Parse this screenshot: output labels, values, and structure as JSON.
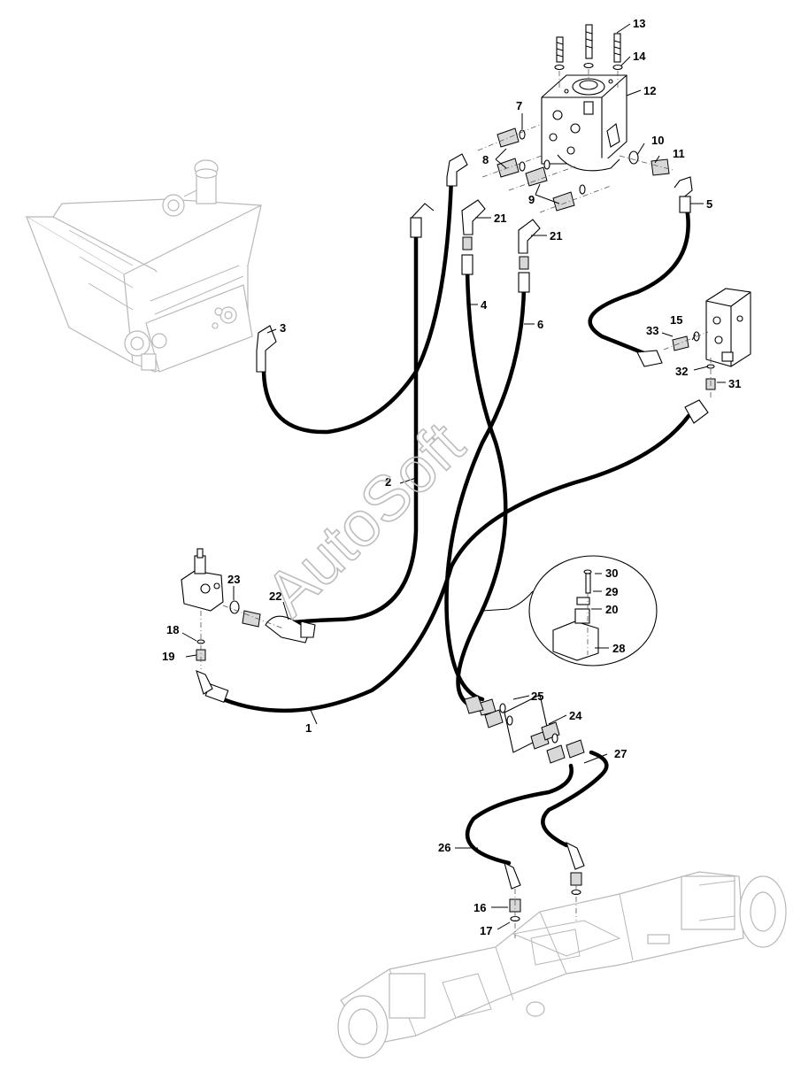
{
  "watermark": "AutoSoft",
  "callouts": [
    {
      "id": "1",
      "label": "1"
    },
    {
      "id": "2",
      "label": "2"
    },
    {
      "id": "3",
      "label": "3"
    },
    {
      "id": "4",
      "label": "4"
    },
    {
      "id": "5",
      "label": "5"
    },
    {
      "id": "6",
      "label": "6"
    },
    {
      "id": "7",
      "label": "7"
    },
    {
      "id": "8",
      "label": "8"
    },
    {
      "id": "9",
      "label": "9"
    },
    {
      "id": "10",
      "label": "10"
    },
    {
      "id": "11",
      "label": "11"
    },
    {
      "id": "12",
      "label": "12"
    },
    {
      "id": "13",
      "label": "13"
    },
    {
      "id": "14",
      "label": "14"
    },
    {
      "id": "15",
      "label": "15"
    },
    {
      "id": "16",
      "label": "16"
    },
    {
      "id": "17",
      "label": "17"
    },
    {
      "id": "18",
      "label": "18"
    },
    {
      "id": "19",
      "label": "19"
    },
    {
      "id": "20",
      "label": "20"
    },
    {
      "id": "21a",
      "label": "21"
    },
    {
      "id": "21b",
      "label": "21"
    },
    {
      "id": "22",
      "label": "22"
    },
    {
      "id": "23",
      "label": "23"
    },
    {
      "id": "24",
      "label": "24"
    },
    {
      "id": "25",
      "label": "25"
    },
    {
      "id": "26",
      "label": "26"
    },
    {
      "id": "27",
      "label": "27"
    },
    {
      "id": "28",
      "label": "28"
    },
    {
      "id": "29",
      "label": "29"
    },
    {
      "id": "30",
      "label": "30"
    },
    {
      "id": "31",
      "label": "31"
    },
    {
      "id": "32",
      "label": "32"
    },
    {
      "id": "33",
      "label": "33"
    }
  ]
}
